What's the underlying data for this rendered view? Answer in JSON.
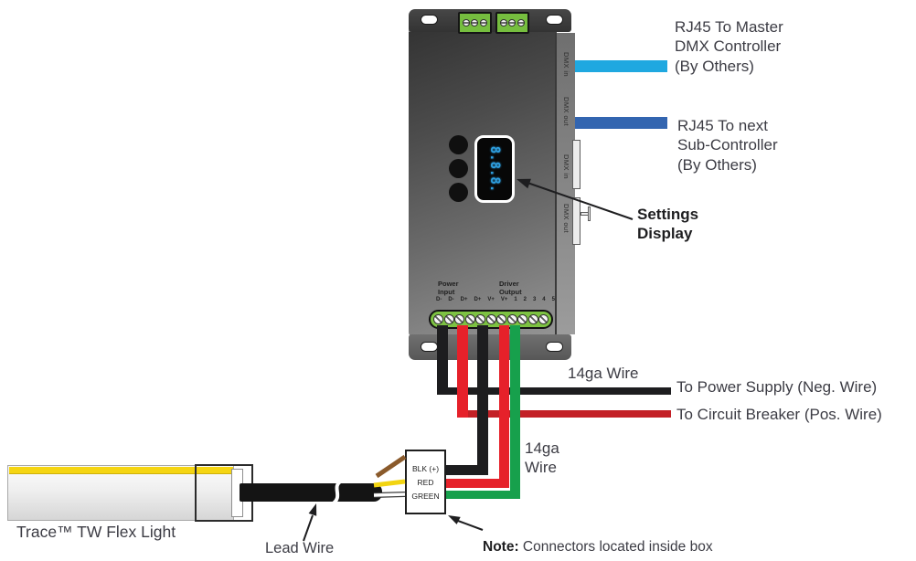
{
  "device": {
    "side_ports": [
      {
        "label": "DMX in"
      },
      {
        "label": "DMX out"
      },
      {
        "label": "DMX in"
      },
      {
        "label": "DMX out"
      }
    ],
    "display": {
      "value": "8.8.8."
    },
    "terminals": {
      "power_input_label": "Power\nInput",
      "driver_output_label": "Driver\nOutput",
      "pins": [
        "D-",
        "D-",
        "D+",
        "D+",
        "V+",
        "V+",
        "1",
        "2",
        "3",
        "4",
        "5"
      ]
    }
  },
  "connector_box": {
    "rows": [
      "BLK (+)",
      "RED",
      "GREEN"
    ]
  },
  "labels": {
    "rj45_master": "RJ45 To Master\nDMX Controller\n(By Others)",
    "rj45_next": "RJ45 To next\nSub-Controller\n(By Others)",
    "settings_display": "Settings\nDisplay",
    "wire_14ga_right": "14ga Wire",
    "to_power_supply": "To Power Supply (Neg. Wire)",
    "to_circuit_breaker": "To Circuit Breaker (Pos. Wire)",
    "wire_14ga_lower": "14ga\nWire",
    "note_prefix": "Note:",
    "note_text": " Connectors located inside box",
    "lead_wire": "Lead Wire",
    "flex_light": "Trace™ TW Flex Light"
  },
  "colors": {
    "rj45_master_wire": "#1fa8e0",
    "rj45_sub_wire": "#3365b0",
    "negative_wire": "#1d1d1f",
    "positive_wire_bright": "#e6212a",
    "positive_wire_dark": "#c32026",
    "green_wire": "#17a04c",
    "brown_wire": "#8a5a2b",
    "yellow_wire": "#f2d411",
    "white_wire": "#ffffff",
    "terminal_block": "#7dc242",
    "display_digits": "#2e9fe0",
    "flex_light_yellow": "#f5d512"
  }
}
